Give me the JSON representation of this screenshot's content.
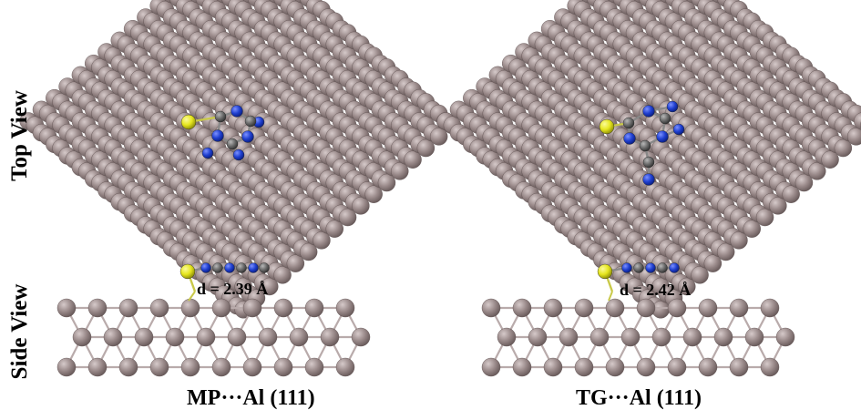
{
  "row_labels": {
    "top": "Top View",
    "side": "Side View"
  },
  "panels": {
    "left": {
      "caption": "MP···Al (111)",
      "distance": "d = 2.39 Å"
    },
    "right": {
      "caption": "TG···Al (111)",
      "distance": "d = 2.42 Å"
    }
  },
  "colors": {
    "aluminum": "#9a8a8a",
    "bond": "#b9abab",
    "sulfur": "#e6e61e",
    "nitrogen": "#1f3fd0",
    "carbon": "#6b6b6b",
    "background": "#ffffff"
  }
}
